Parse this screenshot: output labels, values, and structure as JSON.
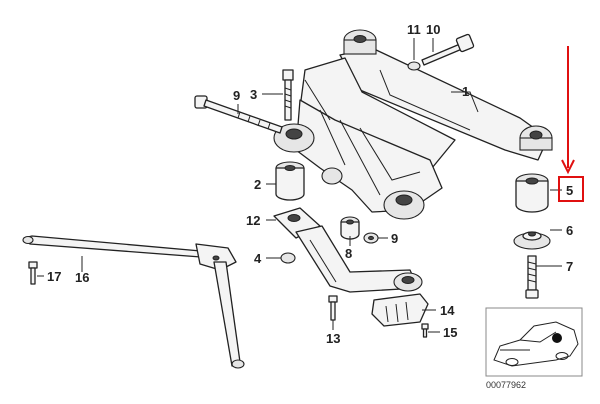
{
  "callouts": [
    "1",
    "2",
    "3",
    "4",
    "5",
    "6",
    "7",
    "8",
    "9",
    "9",
    "10",
    "11",
    "12",
    "13",
    "14",
    "15",
    "16",
    "17"
  ],
  "reference_number": "00077962",
  "colors": {
    "highlight": "#e01010",
    "line": "#222222"
  },
  "highlighted_callout": "5"
}
